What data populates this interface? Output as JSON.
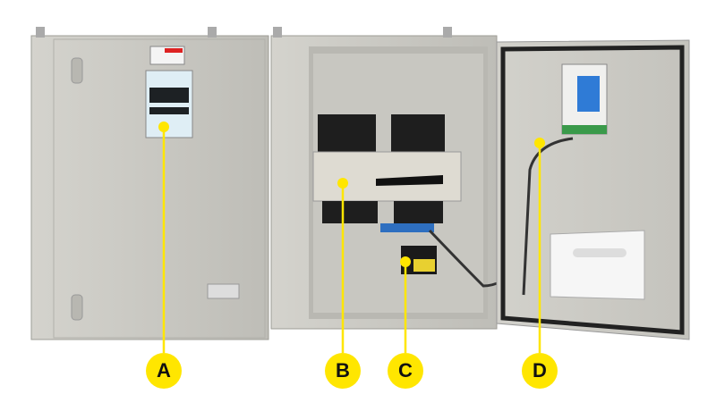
{
  "callouts": [
    {
      "letter": "A",
      "target": "controller-display"
    },
    {
      "letter": "B",
      "target": "transfer-switch"
    },
    {
      "letter": "C",
      "target": "power-module"
    },
    {
      "letter": "D",
      "target": "door-wiring"
    }
  ],
  "colors": {
    "callout": "#ffe600",
    "cabinet": "#c9c8c2",
    "cabinet_dark": "#a9a8a2",
    "gasket": "#222222"
  }
}
